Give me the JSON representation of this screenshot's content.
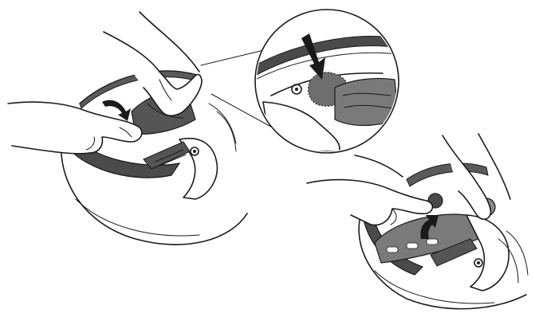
{
  "figure": {
    "description_visible_text": "",
    "colors": {
      "ink": "#1a1a1a",
      "pad_dark": "#4a4a4a",
      "pad_mid": "#7a7a7a",
      "highlight": "#6e6e6e",
      "paper": "#ffffff"
    },
    "panels": [
      {
        "id": "left",
        "icons": [
          "hands-icon",
          "helmet-shell-icon",
          "liner-pad-icon",
          "curved-arrow-icon"
        ]
      },
      {
        "id": "zoom",
        "icons": [
          "magnifier-circle-icon",
          "down-arrow-icon",
          "highlight-spot-icon"
        ]
      },
      {
        "id": "right",
        "icons": [
          "hands-icon",
          "helmet-shell-icon",
          "snap-button-icon",
          "curved-arrow-icon"
        ]
      }
    ]
  }
}
